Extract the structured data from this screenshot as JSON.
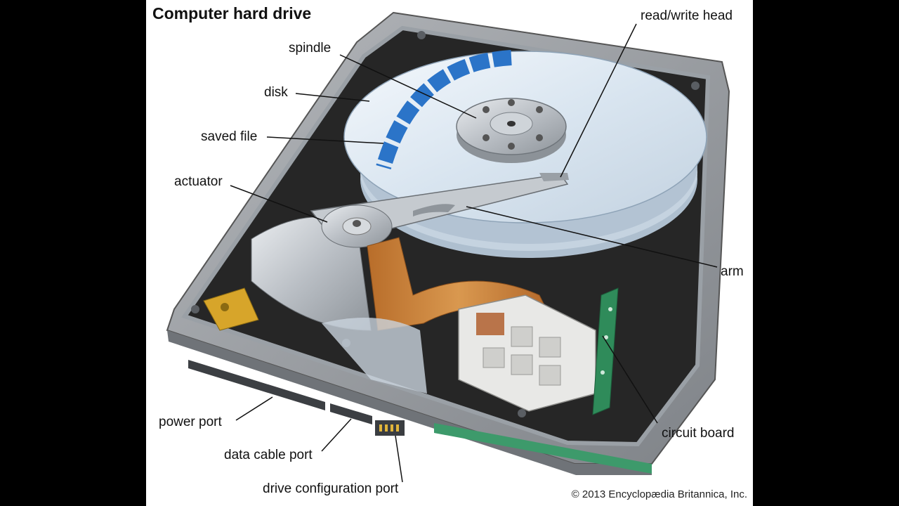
{
  "title": "Computer hard drive",
  "labels": {
    "spindle": "spindle",
    "disk": "disk",
    "saved_file": "saved file",
    "actuator": "actuator",
    "read_write_head": "read/write head",
    "arm": "arm",
    "power_port": "power port",
    "data_cable_port": "data cable port",
    "drive_configuration_port": "drive configuration port",
    "circuit_board": "circuit board"
  },
  "credit": "© 2013 Encyclopædia Britannica, Inc.",
  "colors": {
    "casing_dark": "#2b2b2b",
    "casing_grey": "#8a8d92",
    "platter": "#dfe9f2",
    "saved_file_blue": "#2b74c8",
    "flex_cable": "#c9843f",
    "actuator_gold": "#d7a52a",
    "circuit_green": "#2f8b5a"
  }
}
